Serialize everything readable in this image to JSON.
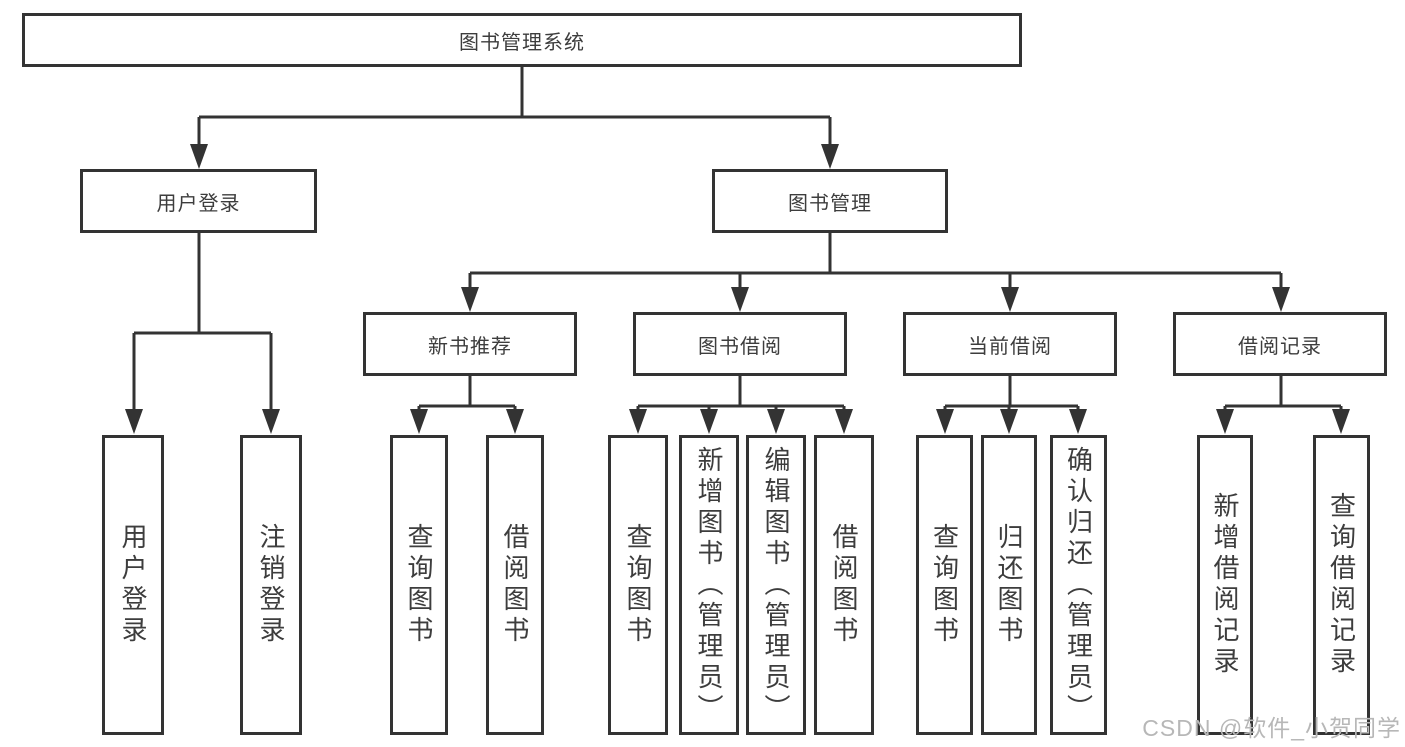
{
  "tree": {
    "root": "图书管理系统",
    "children": [
      {
        "label": "用户登录",
        "children": [
          {
            "label": "用户登录"
          },
          {
            "label": "注销登录"
          }
        ]
      },
      {
        "label": "图书管理",
        "children": [
          {
            "label": "新书推荐",
            "children": [
              {
                "label": "查询图书"
              },
              {
                "label": "借阅图书"
              }
            ]
          },
          {
            "label": "图书借阅",
            "children": [
              {
                "label": "查询图书"
              },
              {
                "label": "新增图书（管理员）"
              },
              {
                "label": "编辑图书（管理员）"
              },
              {
                "label": "借阅图书"
              }
            ]
          },
          {
            "label": "当前借阅",
            "children": [
              {
                "label": "查询图书"
              },
              {
                "label": "归还图书"
              },
              {
                "label": "确认归还（管理员）"
              }
            ]
          },
          {
            "label": "借阅记录",
            "children": [
              {
                "label": "新增借阅记录"
              },
              {
                "label": "查询借阅记录"
              }
            ]
          }
        ]
      }
    ]
  },
  "watermark": "CSDN @软件_小贺同学",
  "colors": {
    "line": "#333333",
    "text": "#3d3d3d",
    "watermark": "#b7b7b7",
    "background": "#ffffff"
  }
}
